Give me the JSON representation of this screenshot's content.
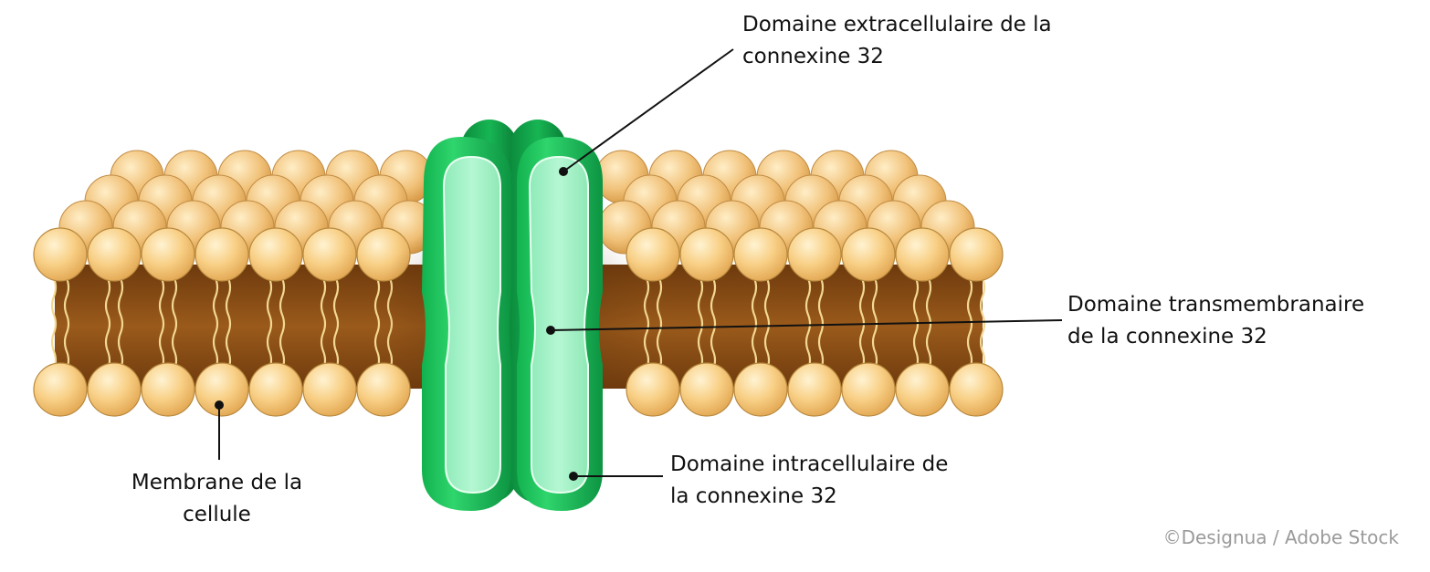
{
  "labels": {
    "extracellular": {
      "line1": "Domaine extracellulaire de la",
      "line2": "connexine 32"
    },
    "transmembrane": {
      "line1": "Domaine transmembranaire",
      "line2": "de la connexine 32"
    },
    "intracellular": {
      "line1": "Domaine intracellulaire de",
      "line2": "la connexine 32"
    },
    "membrane": {
      "line1": "Membrane de la",
      "line2": "cellule"
    }
  },
  "credit": "©Designua / Adobe Stock",
  "colors": {
    "lipid_head": "#f6c979",
    "lipid_head_highlight": "#fff2cf",
    "lipid_head_outline": "#b8893e",
    "tail_region": "#8a4d14",
    "tail_line": "#f5dc9a",
    "protein_dark": "#0f9c46",
    "protein_mid": "#22c660",
    "protein_light": "#a8f5cb",
    "leader_line": "#111111"
  },
  "icons": {
    "membrane": "phospholipid-bilayer-illustration",
    "protein": "connexin-32-illustration"
  }
}
